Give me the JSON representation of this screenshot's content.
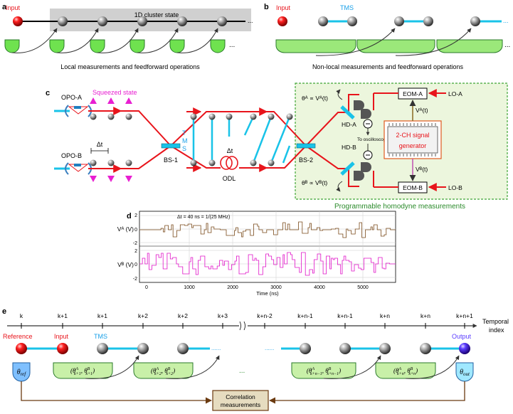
{
  "panel_a": {
    "letter": "a",
    "input_label": "Input",
    "cluster_label": "1D cluster state",
    "ellipsis": "...",
    "caption": "Local measurements and feedforward operations"
  },
  "panel_b": {
    "letter": "b",
    "input_label": "Input",
    "tms_label": "TMS",
    "ellipsis_top": "...",
    "ellipsis_bottom": "...",
    "caption": "Non-local measurements and feedforward operations"
  },
  "panel_c": {
    "letter": "c",
    "opo_a": "OPO-A",
    "opo_b": "OPO-B",
    "squeezed": "Squeezed state",
    "delta_t_left": "Δt",
    "bs1": "BS-1",
    "tms_vertical": [
      "T",
      "M",
      "S"
    ],
    "delta_t_odl": "Δt",
    "odl": "ODL",
    "bs2": "BS-2",
    "theta_a": "θᴬ ∝ Vᴬ(t)",
    "theta_b": "θᴮ ∝ Vᴮ(t)",
    "hd_a": "HD-A",
    "hd_b": "HD-B",
    "to_osc": "To oscilloscope",
    "eom_a": "EOM-A",
    "eom_b": "EOM-B",
    "lo_a": "LO-A",
    "lo_b": "LO-B",
    "va": "Vᴬ(t)",
    "vb": "Vᴮ(t)",
    "gen_line1": "2-CH signal",
    "gen_line2": "generator",
    "box_caption": "Programmable homodyne measurements",
    "colors": {
      "beam": "#e8141b",
      "tms": "#19c3e8",
      "sq": "#e81fd1",
      "box_border": "#3fa535",
      "box_fill": "#ecf6dd",
      "gen_border": "#e05a20"
    }
  },
  "panel_d": {
    "letter": "d",
    "top_note": "Δt = 40 ns = 1/(25 MHz)",
    "ylabel_a": "Vᴬ (V)",
    "ylabel_b": "Vᴮ (V)",
    "xlabel": "Time (ns)",
    "yticks": [
      "2",
      "0",
      "-2"
    ],
    "xticks": [
      "0",
      "1000",
      "2000",
      "3000",
      "4000",
      "5000"
    ],
    "color_a": "#7a4a1a",
    "color_b": "#e012c8"
  },
  "panel_e": {
    "letter": "e",
    "tick_labels": [
      "k",
      "k+1",
      "k+1",
      "k+2",
      "k+2",
      "k+3",
      "k+n-2",
      "k+n-1",
      "k+n-1",
      "k+n",
      "k+n",
      "k+n+1"
    ],
    "axis_label_1": "Temporal",
    "axis_label_2": "index",
    "reference": "Reference",
    "input": "Input",
    "tms": "TMS",
    "output": "Output",
    "theta_ref": "θ",
    "theta_ref_sub": "ref",
    "theta_out": "θ",
    "theta_out_sub": "out",
    "boxes": [
      {
        "a": "θ",
        "asup": "A",
        "asub": "k+1",
        "b": "θ",
        "bsup": "B",
        "bsub": "k+1"
      },
      {
        "a": "θ",
        "asup": "A",
        "asub": "k+2",
        "b": "θ",
        "bsup": "B",
        "bsub": "k+2"
      },
      {
        "a": "θ",
        "asup": "A",
        "asub": "k+n−1",
        "b": "θ",
        "bsup": "B",
        "bsub": "k+n−1"
      },
      {
        "a": "θ",
        "asup": "A",
        "asub": "k+n",
        "b": "θ",
        "bsup": "B",
        "bsub": "k+n"
      }
    ],
    "dots_mid": "...",
    "dots_left": "......",
    "dots_right": "......",
    "corr_line1": "Correlation",
    "corr_line2": "measurements"
  }
}
